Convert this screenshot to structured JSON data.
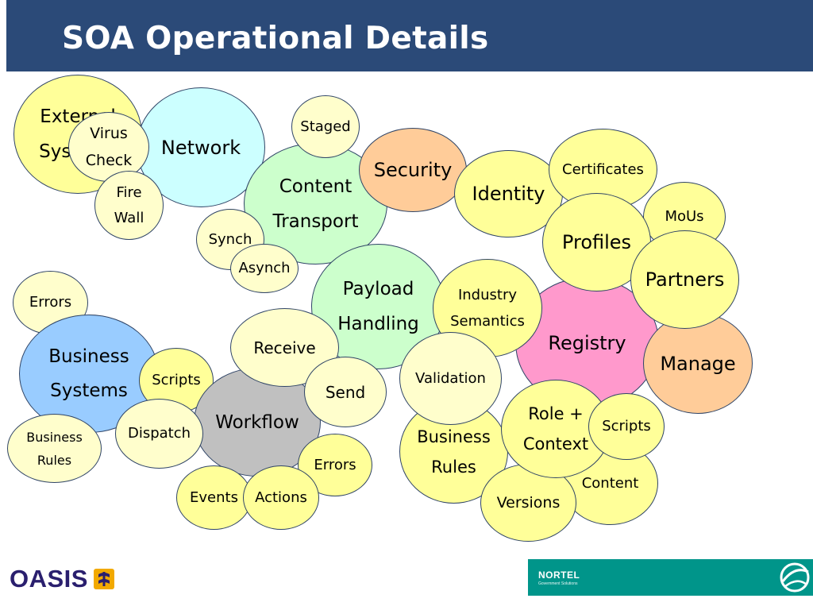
{
  "title": "SOA Operational Details",
  "footer": {
    "left_logo": "OASIS",
    "right_logo": "NORTEL",
    "right_logo_sub": "Government Solutions"
  },
  "colors": {
    "header": "#2b4a78",
    "light_yellow": "#fffecc",
    "yellow": "#ffff99",
    "cyan": "#ccffff",
    "green": "#ccffcc",
    "orange": "#ffcc99",
    "pink": "#ff99cc",
    "blue": "#99ccff",
    "gray": "#c0c0c0"
  },
  "bubbles": [
    {
      "id": "external-systems",
      "label": "External\nSystems",
      "color": "#ffff99"
    },
    {
      "id": "network",
      "label": "Network",
      "color": "#ccffff"
    },
    {
      "id": "virus-check",
      "label": "Virus\nCheck",
      "color": "#fffecc"
    },
    {
      "id": "fire-wall",
      "label": "Fire\nWall",
      "color": "#fffecc"
    },
    {
      "id": "content-transport",
      "label": "Content\nTransport",
      "color": "#ccffcc"
    },
    {
      "id": "staged",
      "label": "Staged",
      "color": "#fffecc"
    },
    {
      "id": "synch",
      "label": "Synch",
      "color": "#fffecc"
    },
    {
      "id": "asynch",
      "label": "Asynch",
      "color": "#fffecc"
    },
    {
      "id": "security",
      "label": "Security",
      "color": "#ffcc99"
    },
    {
      "id": "identity",
      "label": "Identity",
      "color": "#ffff99"
    },
    {
      "id": "certificates",
      "label": "Certificates",
      "color": "#ffff99"
    },
    {
      "id": "mous",
      "label": "MoUs",
      "color": "#ffff99"
    },
    {
      "id": "registry",
      "label": "Registry",
      "color": "#ff99cc"
    },
    {
      "id": "manage",
      "label": "Manage",
      "color": "#ffcc99"
    },
    {
      "id": "profiles",
      "label": "Profiles",
      "color": "#ffff99"
    },
    {
      "id": "partners",
      "label": "Partners",
      "color": "#ffff99"
    },
    {
      "id": "payload-handling",
      "label": "Payload\nHandling",
      "color": "#ccffcc"
    },
    {
      "id": "industry-semantics",
      "label": "Industry\nSemantics",
      "color": "#ffff99"
    },
    {
      "id": "errors-left",
      "label": "Errors",
      "color": "#fffecc"
    },
    {
      "id": "business-systems",
      "label": "Business\nSystems",
      "color": "#99ccff"
    },
    {
      "id": "scripts-left",
      "label": "Scripts",
      "color": "#ffff99"
    },
    {
      "id": "business-rules-left",
      "label": "Business\nRules",
      "color": "#fffecc"
    },
    {
      "id": "workflow",
      "label": "Workflow",
      "color": "#c0c0c0"
    },
    {
      "id": "dispatch",
      "label": "Dispatch",
      "color": "#fffecc"
    },
    {
      "id": "receive",
      "label": "Receive",
      "color": "#fffecc"
    },
    {
      "id": "send",
      "label": "Send",
      "color": "#fffecc"
    },
    {
      "id": "errors-workflow",
      "label": "Errors",
      "color": "#ffff99"
    },
    {
      "id": "events",
      "label": "Events",
      "color": "#ffff99"
    },
    {
      "id": "actions",
      "label": "Actions",
      "color": "#ffff99"
    },
    {
      "id": "business-rules-center",
      "label": "Business\nRules",
      "color": "#ffff99"
    },
    {
      "id": "validation",
      "label": "Validation",
      "color": "#fffecc"
    },
    {
      "id": "content",
      "label": "Content",
      "color": "#ffff99"
    },
    {
      "id": "versions",
      "label": "Versions",
      "color": "#ffff99"
    },
    {
      "id": "role-context",
      "label": "Role +\nContext",
      "color": "#ffff99"
    },
    {
      "id": "scripts-right",
      "label": "Scripts",
      "color": "#ffff99"
    }
  ]
}
